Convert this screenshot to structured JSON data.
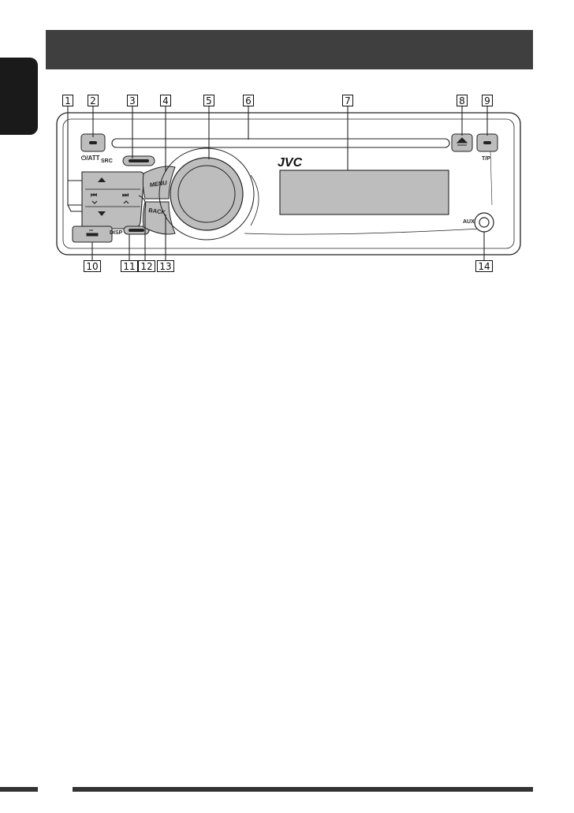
{
  "brand": "JVC",
  "panel": {
    "power_label": "⏻/ATT",
    "src_label": "SRC",
    "disp_label": "DISP",
    "menu_label": "MENU",
    "back_label": "BACK",
    "tp_label": "T/P",
    "aux_label": "AUX"
  },
  "callouts": {
    "top": [
      "1",
      "2",
      "3",
      "4",
      "5",
      "6",
      "7",
      "8",
      "9"
    ],
    "bottom": [
      "10",
      "11",
      "12",
      "13",
      "14"
    ]
  },
  "colors": {
    "header": "#3f3f3f",
    "tab": "#1a1a1a",
    "button": "#bdbdbd",
    "line": "#222222"
  }
}
